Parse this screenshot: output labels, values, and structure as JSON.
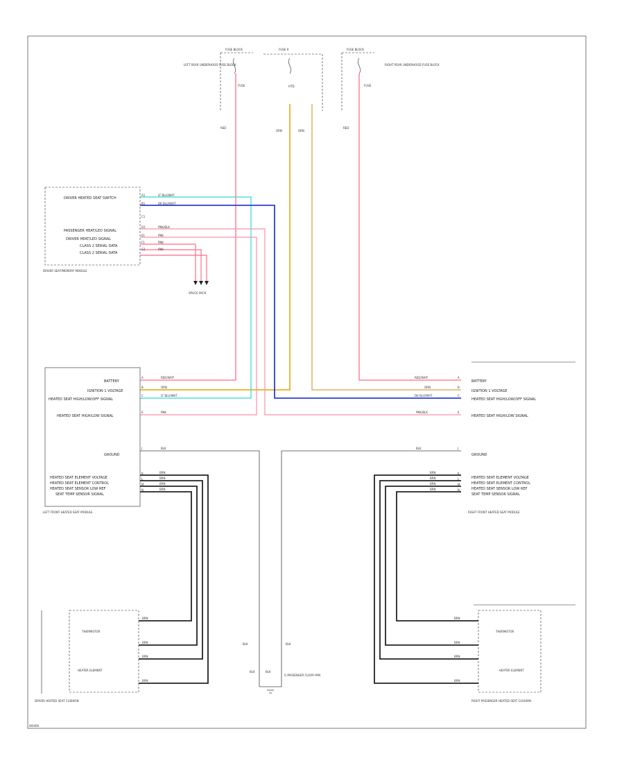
{
  "footer_code": "W0406",
  "fuses": {
    "left": {
      "block_label": "FUSE BLOCK",
      "fuse_label": "FUSE",
      "desc": "LEFT REAR UNDERHOOD FUSE BLOCK"
    },
    "center": {
      "block_label": "FUSE 9",
      "fuse_label": "HTD",
      "desc": ""
    },
    "right": {
      "block_label": "FUSE BLOCK",
      "fuse_label": "FUSE",
      "desc": "RIGHT REAR UNDERHOOD FUSE BLOCK"
    }
  },
  "column_wire_labels": [
    "RED",
    "ORN",
    "ORN",
    "RED"
  ],
  "module_top": {
    "title": "DRIVER SEAT/MEMORY MODULE",
    "pins": [
      {
        "name": "DRIVER HEATED SEAT SWITCH",
        "pin": "A1",
        "wire": "LT BLU/WHT"
      },
      {
        "name": "",
        "pin": "B1",
        "wire": "DK BLU/WHT"
      },
      {
        "name": "",
        "pin": "C1",
        "wire": ""
      },
      {
        "name": "PASSENGER HEAT/LED SIGNAL",
        "pin": "D1",
        "wire": "PNK/BLK"
      },
      {
        "name": "DRIVER HEAT/LED SIGNAL",
        "pin": "E1",
        "wire": "PNK"
      },
      {
        "name": "CLASS 2 SERIAL DATA",
        "pin": "F1",
        "wire": "PNK"
      },
      {
        "name": "CLASS 2 SERIAL DATA",
        "pin": "G1",
        "wire": "PNK"
      }
    ],
    "splice_label": "SPLICE PACK"
  },
  "module_left": {
    "title": "LEFT FRONT HEATED SEAT MODULE",
    "pins": [
      {
        "name": "BATTERY",
        "pin": "A",
        "wire": "RED/WHT"
      },
      {
        "name": "IGNITION 1 VOLTAGE",
        "pin": "B",
        "wire": "ORN"
      },
      {
        "name": "HEATED SEAT HIGH/LOW/OFF SIGNAL",
        "pin": "C",
        "wire": "LT BLU/WHT"
      },
      {
        "name": "HEATED SEAT HIGH/LOW SIGNAL",
        "pin": "E",
        "wire": "PNK"
      },
      {
        "name": "GROUND",
        "pin": "J",
        "wire": "BLK"
      },
      {
        "name": "HEATED SEAT ELEMENT VOLTAGE",
        "pin": "K",
        "wire": "BRN"
      },
      {
        "name": "HEATED SEAT ELEMENT CONTROL",
        "pin": "L",
        "wire": "BRN"
      },
      {
        "name": "HEATED SEAT SENSOR LOW REF",
        "pin": "M",
        "wire": "BRN"
      },
      {
        "name": "SEAT TEMP SENSOR SIGNAL",
        "pin": "N",
        "wire": "BRN"
      }
    ]
  },
  "module_right": {
    "title": "RIGHT FRONT HEATED SEAT MODULE",
    "pins": [
      {
        "name": "BATTERY",
        "pin": "A",
        "wire": "RED/WHT"
      },
      {
        "name": "IGNITION 1 VOLTAGE",
        "pin": "B",
        "wire": "ORN"
      },
      {
        "name": "HEATED SEAT HIGH/LOW/OFF SIGNAL",
        "pin": "C",
        "wire": "DK BLU/WHT"
      },
      {
        "name": "HEATED SEAT HIGH/LOW SIGNAL",
        "pin": "E",
        "wire": "PNK/BLK"
      },
      {
        "name": "GROUND",
        "pin": "J",
        "wire": "BLK"
      },
      {
        "name": "HEATED SEAT ELEMENT VOLTAGE",
        "pin": "K",
        "wire": "BRN"
      },
      {
        "name": "HEATED SEAT ELEMENT CONTROL",
        "pin": "L",
        "wire": "BRN"
      },
      {
        "name": "HEATED SEAT SENSOR LOW REF",
        "pin": "M",
        "wire": "BRN"
      },
      {
        "name": "SEAT TEMP SENSOR SIGNAL",
        "pin": "N",
        "wire": "BRN"
      }
    ]
  },
  "seat_left": {
    "title": "DRIVER HEATED SEAT CUSHION",
    "thermistor": "THERMISTOR",
    "heater": "HEATER ELEMENT",
    "wires": [
      "BRN",
      "BRN",
      "BRN",
      "BRN"
    ]
  },
  "seat_right": {
    "title": "RIGHT PASSENGER HEATED SEAT CUSHION",
    "thermistor": "THERMISTOR",
    "heater": "HEATER ELEMENT",
    "wires": [
      "BRN",
      "BRN",
      "BRN",
      "BRN"
    ]
  },
  "ground": {
    "title": "G PASSENGER FLOOR PAN",
    "wire_left": "BLK",
    "wire_right": "BLK",
    "label_a": "BLK",
    "label_b": "BLK"
  },
  "colors": {
    "red": "#ff6b8a",
    "pink": "#ff8fa6",
    "orange": "#e8a000",
    "tan": "#e0b060",
    "blue": "#2a3fd0",
    "cyan": "#30d8d8",
    "black": "#222222",
    "brown": "#333333"
  }
}
